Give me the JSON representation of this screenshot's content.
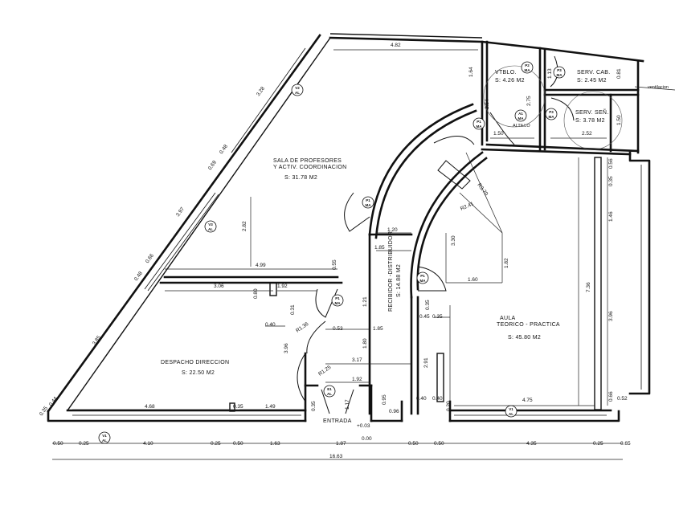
{
  "rooms": {
    "sala_profesores": {
      "name_line1": "SALA DE PROFESORES",
      "name_line2": "Y ACTIV. COORDINACION",
      "area": "S: 31.78 M2"
    },
    "despacho": {
      "name": "DESPACHO DIRECCION",
      "area": "S: 22.50 M2"
    },
    "recibidor": {
      "name": "RECIBIDOR -DISTRIBUIDOR",
      "area": "S: 14.88 M2"
    },
    "aula": {
      "name_line1": "AULA",
      "name_line2": "TEORICO - PRACTICA",
      "area": "S: 45.80 M2"
    },
    "vestibulo": {
      "name": "VTBLO.",
      "area": "S: 4.26 M2"
    },
    "serv_cab": {
      "name": "SERV. CAB.",
      "area": "S: 2.45 M2"
    },
    "serv_sen": {
      "name": "SERV. SEÑ.",
      "area": "S: 3.78 M2"
    },
    "entrada": {
      "name": "ENTRADA"
    },
    "altillo": {
      "name": "ALTILLO"
    },
    "ventilacion": {
      "name": "ventilacion"
    }
  },
  "tags": {
    "v2_al": {
      "top": "V2",
      "bottom": "AL"
    },
    "v3_al": {
      "top": "V3",
      "bottom": "AL"
    },
    "v1_al": {
      "top": "V1",
      "bottom": "AL"
    },
    "v1_al_bottom": {
      "top": "V1",
      "bottom": "AL"
    },
    "p1_ma_a": {
      "top": "P1",
      "bottom": "MA"
    },
    "p1_ma_b": {
      "top": "P1",
      "bottom": "MA"
    },
    "p1_ma_c": {
      "top": "P1",
      "bottom": "MA"
    },
    "p1_ma_d": {
      "top": "P1",
      "bottom": "MA"
    },
    "p2_ma_a": {
      "top": "P2",
      "bottom": "MA"
    },
    "p3_ma_a": {
      "top": "P3",
      "bottom": "MA"
    },
    "p3_ma_b": {
      "top": "P3",
      "bottom": "MA"
    },
    "e1_al": {
      "top": "E1",
      "bottom": "AL"
    },
    "a1_ma": {
      "top": "A1",
      "bottom": "MA"
    }
  },
  "dimensions": {
    "bottom_row": [
      "0.50",
      "0.25",
      "4.10",
      "0.25",
      "0.50",
      "1.63",
      "1.87",
      "0.50",
      "0.50",
      "4.35",
      "0.25",
      "0.65"
    ],
    "total": "16.63",
    "entrance_level": "0.00",
    "entrance_step": "+0.03",
    "top_4_62": "4.82",
    "diag_3_28": "3.28",
    "diag_0_48_a": "0.48",
    "diag_0_69": "0.69",
    "diag_3_97": "3.97",
    "diag_0_66": "0.66",
    "diag_0_48_b": "0.48",
    "diag_3_85": "3.85",
    "diag_0_44": "0.44",
    "diag_0_35": "0.35",
    "d_1_64": "1.64",
    "d_1_13": "1.13",
    "d_0_81": "0.81",
    "d_2_75": "2.75",
    "d_2_54": "2.54",
    "d_1_50_a": "1.50",
    "d_1_50_b": "1.50",
    "d_2_52": "2.52",
    "d_0_56": "0.56",
    "d_0_35_a": "0.35",
    "d_1_46": "1.46",
    "d_7_36": "7.36",
    "d_3_96": "3.96",
    "d_0_66": "0.66",
    "d_0_52": "0.52",
    "d_2_82": "2.82",
    "d_4_99": "4.99",
    "d_0_55": "0.55",
    "d_1_20": "1.20",
    "d_1_85_a": "1.85",
    "d_3_30": "3.30",
    "d_r3_70": "R3.70",
    "d_r2_41": "R2.41",
    "d_1_82": "1.82",
    "d_1_60": "1.60",
    "d_3_06": "3.06",
    "d_1_92_a": "1.92",
    "d_0_80": "0.80",
    "d_0_31": "0.31",
    "d_0_40_a": "0.40",
    "d_r1_36": "R1.36",
    "d_0_53": "0.53",
    "d_1_85_b": "1.85",
    "d_1_21": "1.21",
    "d_0_35_b": "0.35",
    "d_0_45": "0.45",
    "d_0_35_c": "0.35",
    "d_3_96_b": "3.96",
    "d_1_80": "1.80",
    "d_3_17": "3.17",
    "d_2_91": "2.91",
    "d_r1_25": "R1.25",
    "d_1_92_b": "1.92",
    "d_4_68": "4.68",
    "d_0_35_d": "0.35",
    "d_1_49": "1.49",
    "d_1_17": "1.17",
    "d_0_35_e": "0.35",
    "d_0_95": "0.95",
    "d_0_96": "0.96",
    "d_0_40_b": "0.40",
    "d_0_40_c": "0.40",
    "d_0_20": "0.20",
    "d_4_75": "4.75"
  }
}
